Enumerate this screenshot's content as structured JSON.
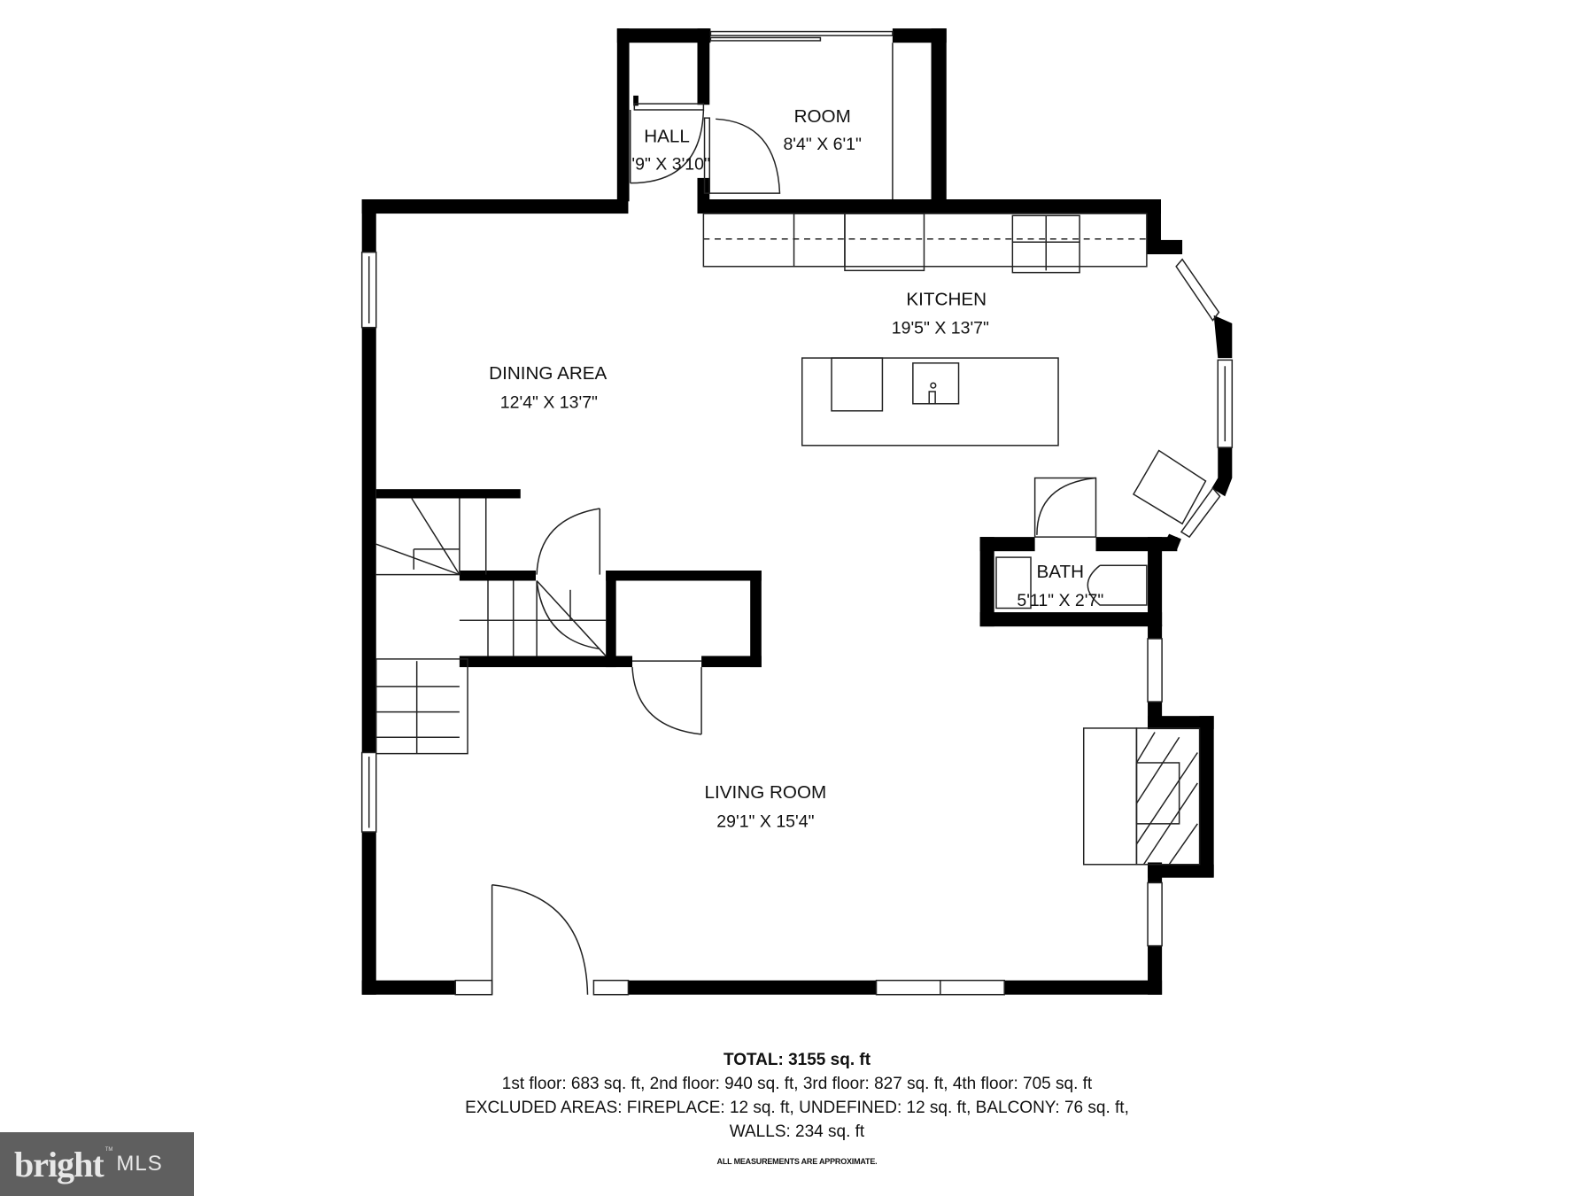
{
  "rooms": {
    "room": {
      "name": "ROOM",
      "dims": "8'4\" X 6'1\""
    },
    "hall": {
      "name": "HALL",
      "dims": "'9\" X 3'10\""
    },
    "kitchen": {
      "name": "KITCHEN",
      "dims": "19'5\" X 13'7\""
    },
    "dining": {
      "name": "DINING AREA",
      "dims": "12'4\" X 13'7\""
    },
    "bath": {
      "name": "BATH",
      "dims": "5'11\" X 2'7\""
    },
    "living": {
      "name": "LIVING ROOM",
      "dims": "29'1\" X 15'4\""
    }
  },
  "summary": {
    "total": "TOTAL: 3155 sq. ft",
    "floors": "1st floor: 683 sq. ft, 2nd floor: 940 sq. ft, 3rd floor: 827 sq. ft, 4th floor: 705 sq. ft",
    "excluded": "EXCLUDED AREAS: FIREPLACE: 12 sq. ft, UNDEFINED: 12 sq. ft, BALCONY: 76 sq. ft,",
    "walls": "WALLS: 234 sq. ft",
    "disclaimer": "ALL MEASUREMENTS ARE APPROXIMATE."
  },
  "logo": {
    "word": "bright",
    "tm": "TM",
    "suffix": "MLS",
    "background": "#5f5f5f",
    "accent": "#e04a2a"
  },
  "colors": {
    "wall": "#000000",
    "line": "#222222",
    "background": "#ffffff"
  }
}
